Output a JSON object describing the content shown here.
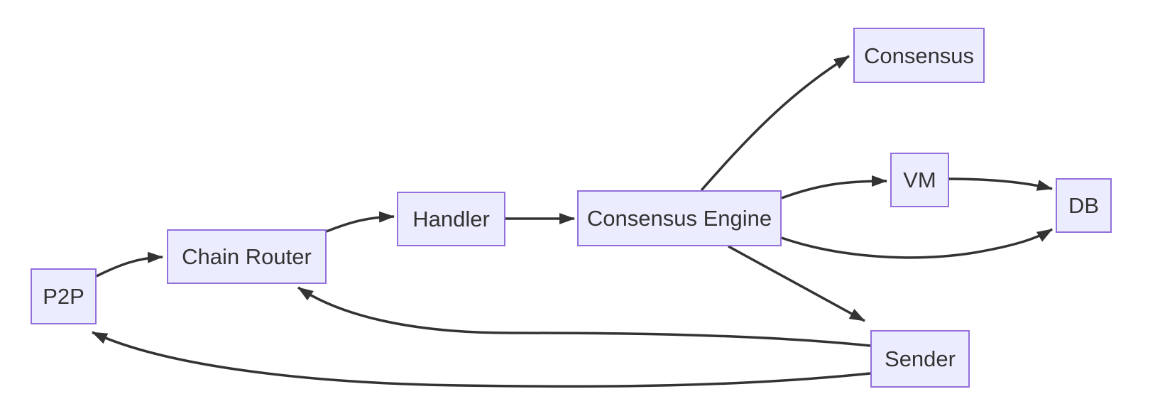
{
  "diagram": {
    "type": "flowchart",
    "direction": "left-to-right",
    "background_color": "#ffffff",
    "colors": {
      "node_fill": "#ECECFF",
      "node_border": "#9370DB",
      "node_text": "#333333",
      "edge_stroke": "#333333"
    },
    "nodes": {
      "p2p": {
        "label": "P2P"
      },
      "chain_router": {
        "label": "Chain Router"
      },
      "handler": {
        "label": "Handler"
      },
      "consensus_engine": {
        "label": "Consensus Engine"
      },
      "consensus": {
        "label": "Consensus"
      },
      "vm": {
        "label": "VM"
      },
      "db": {
        "label": "DB"
      },
      "sender": {
        "label": "Sender"
      }
    },
    "edges": [
      {
        "from": "P2P",
        "to": "Chain Router"
      },
      {
        "from": "Chain Router",
        "to": "Handler"
      },
      {
        "from": "Handler",
        "to": "Consensus Engine"
      },
      {
        "from": "Consensus Engine",
        "to": "Consensus"
      },
      {
        "from": "Consensus Engine",
        "to": "VM"
      },
      {
        "from": "VM",
        "to": "DB"
      },
      {
        "from": "Consensus Engine",
        "to": "DB"
      },
      {
        "from": "Consensus Engine",
        "to": "Sender"
      },
      {
        "from": "Sender",
        "to": "Chain Router"
      },
      {
        "from": "Sender",
        "to": "P2P"
      }
    ]
  }
}
